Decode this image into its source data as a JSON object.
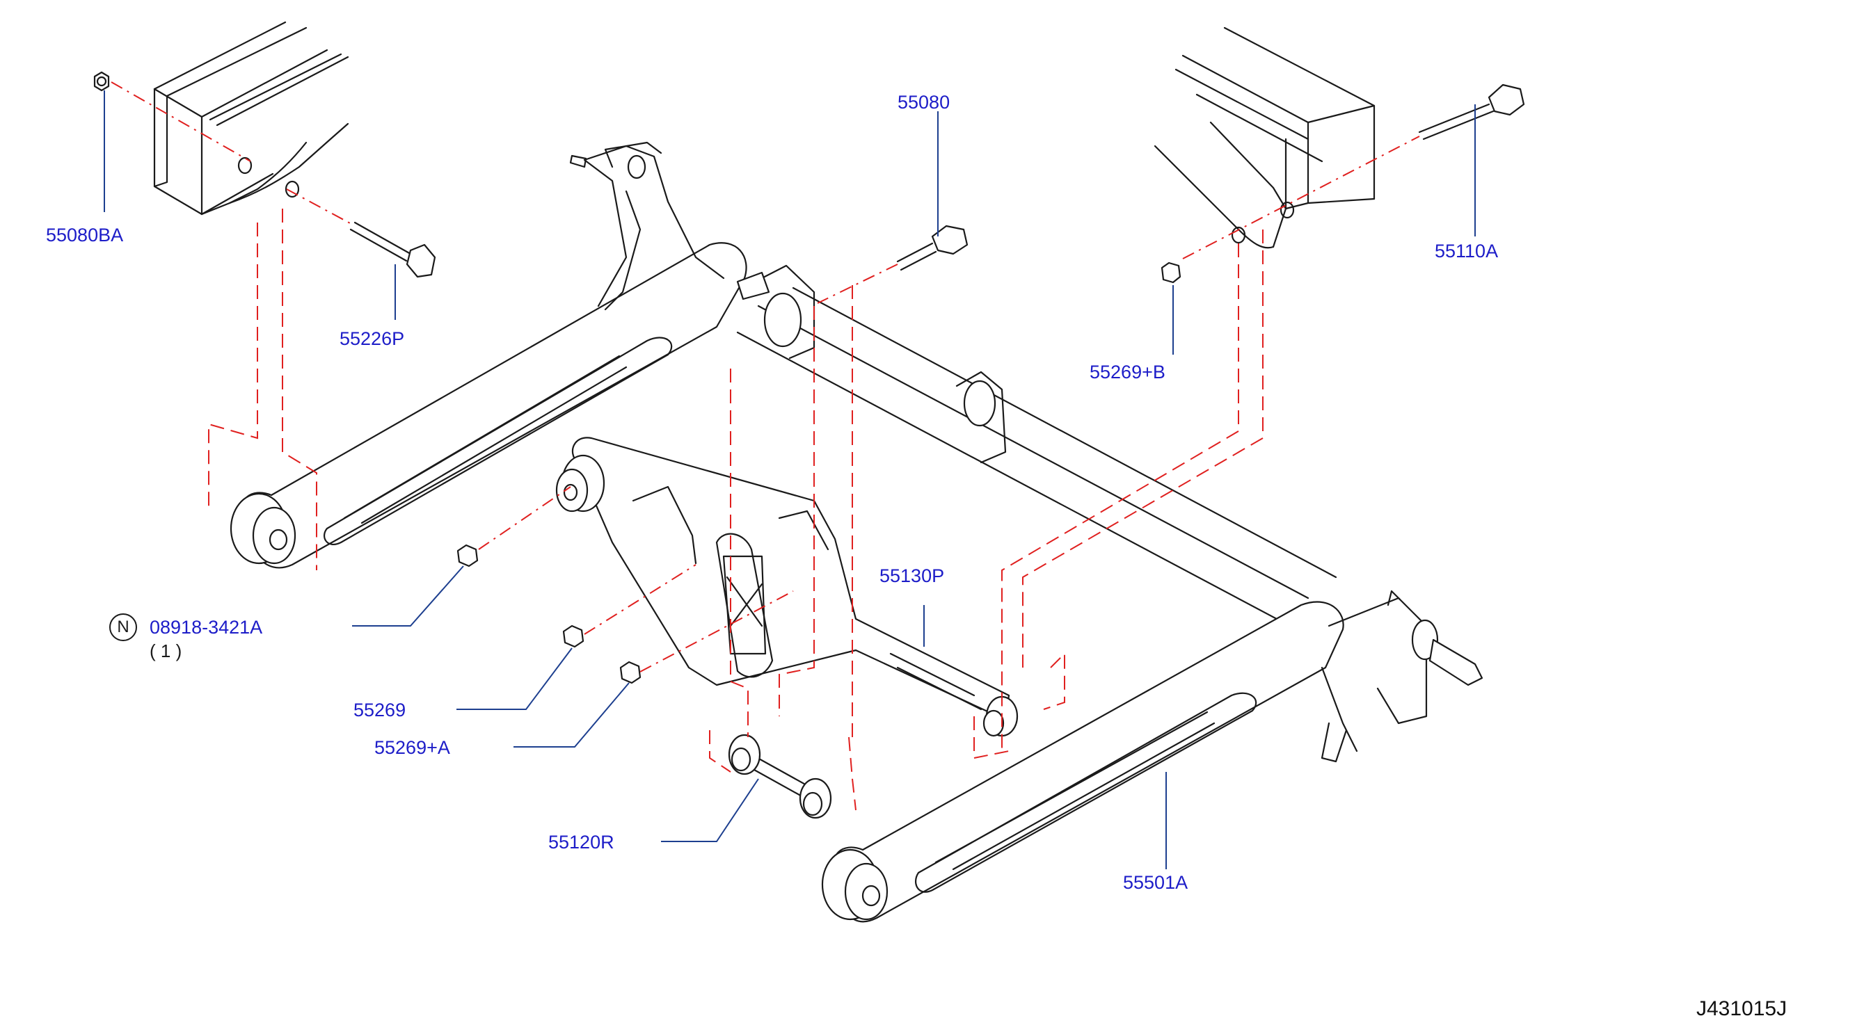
{
  "diagram": {
    "parts": [
      {
        "id": "55080BA",
        "label": "55080BA"
      },
      {
        "id": "55226P",
        "label": "55226P"
      },
      {
        "id": "55080",
        "label": "55080"
      },
      {
        "id": "55110A",
        "label": "55110A"
      },
      {
        "id": "55269+B",
        "label": "55269+B"
      },
      {
        "id": "08918-3421A",
        "label": "08918-3421A",
        "note_symbol": "N",
        "quantity": "( 1 )"
      },
      {
        "id": "55269",
        "label": "55269"
      },
      {
        "id": "55269+A",
        "label": "55269+A"
      },
      {
        "id": "55130P",
        "label": "55130P"
      },
      {
        "id": "55120R",
        "label": "55120R"
      },
      {
        "id": "55501A",
        "label": "55501A"
      }
    ],
    "diagram_code": "J431015J",
    "colors": {
      "label_text": "#1d1dc8",
      "leader_line": "#1d3f8f",
      "hidden_line": "#e0201f",
      "part_outline": "#1a1a1a"
    }
  }
}
